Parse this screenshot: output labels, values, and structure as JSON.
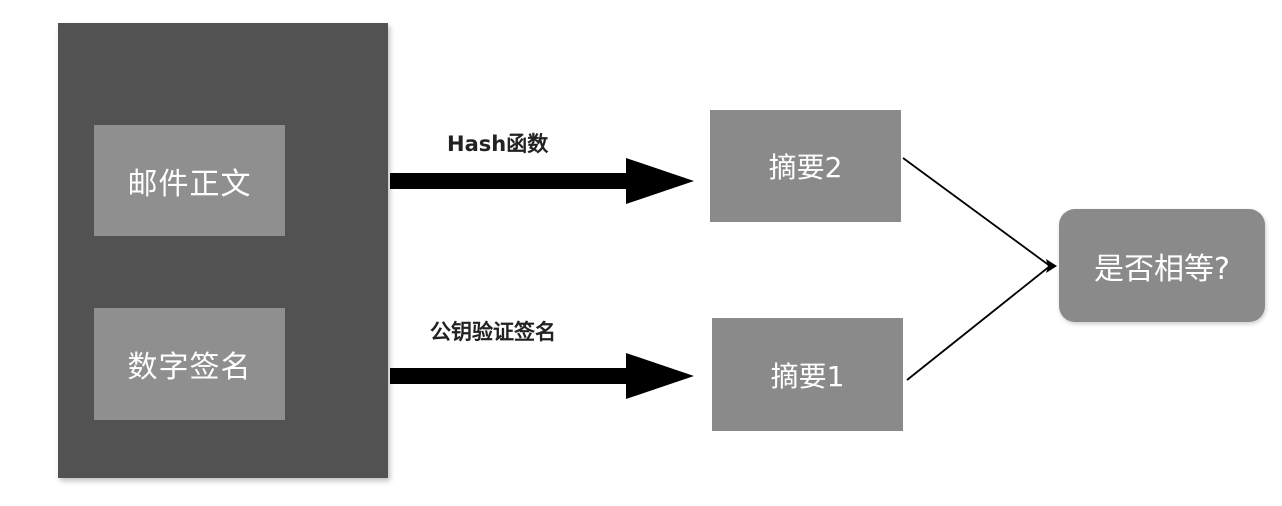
{
  "diagram": {
    "source_group": {
      "body": "邮件正文",
      "signature": "数字签名"
    },
    "edges": {
      "hash_label": "Hash函数",
      "pubkey_label": "公钥验证签名"
    },
    "digests": {
      "digest2": "摘要2",
      "digest1": "摘要1"
    },
    "result": "是否相等?"
  }
}
